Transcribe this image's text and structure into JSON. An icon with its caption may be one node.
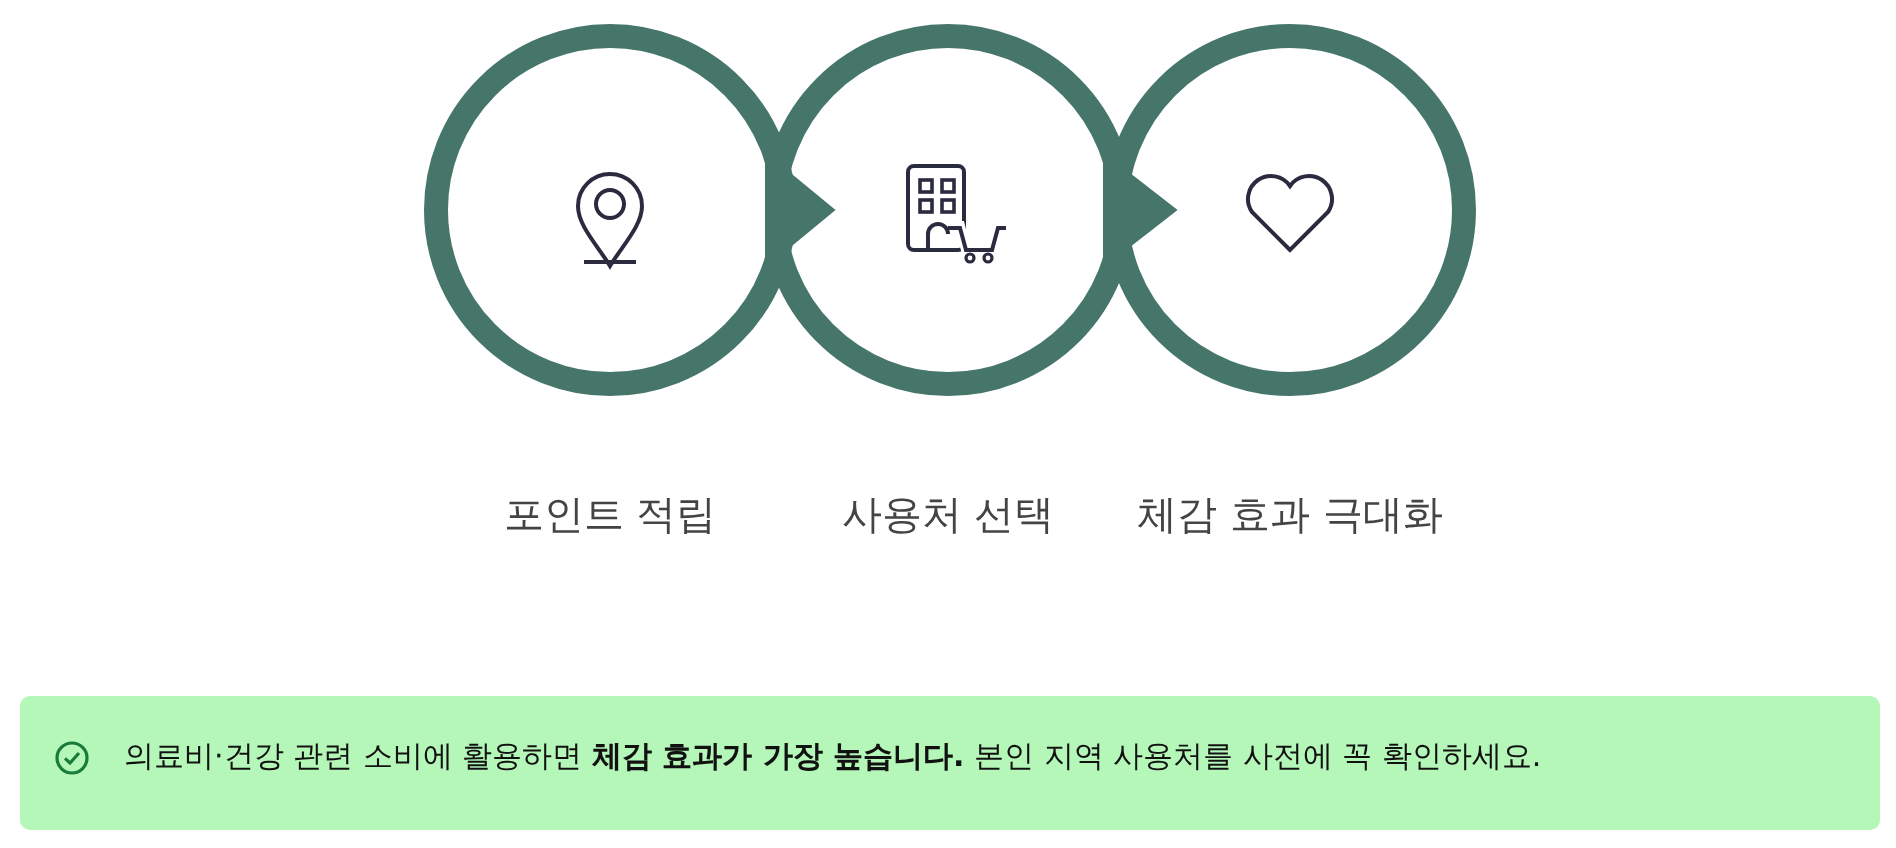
{
  "diagram": {
    "nodes": [
      {
        "text": [
          "포인트 적립"
        ]
      },
      {
        "text": [
          "사용처 선택"
        ]
      },
      {
        "text": [
          "체감 효과 극대화"
        ]
      },
      {
        "text": [
          "의료비·건강 관련 소비에 활용하면 **체감 효과가 가장 높습니다.** 본인 지역 사용처를 사전에 꼭 확인하세요."
        ]
      }
    ],
    "edges": [
      {
        "from": 0,
        "to": 1,
        "arrow": "to"
      },
      {
        "from": 1,
        "to": 2,
        "arrow": "to"
      }
    ]
  }
}
